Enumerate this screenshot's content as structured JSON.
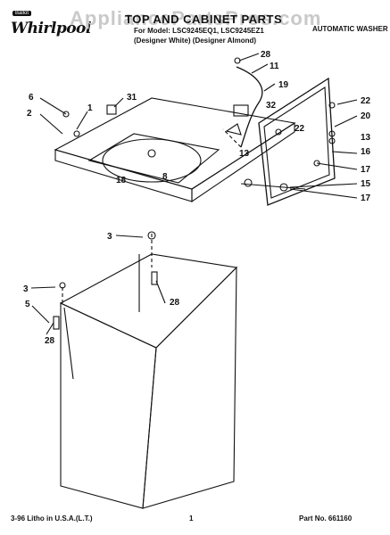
{
  "header": {
    "brand": "Whirlpool",
    "brand_mark": "Ballot",
    "title": "TOP AND CABINET PARTS",
    "watermark": "AppliancePartsPros.com",
    "model_line": "For Model: LSC9245EQ1, LSC9245EZ1",
    "color_line": "(Designer White) (Designer Almond)",
    "product": "AUTOMATIC WASHER"
  },
  "footer": {
    "litho": "3-96 Litho in U.S.A.(L.T.)",
    "page_no": "1",
    "part_no": "Part No. 661160"
  },
  "callouts": [
    "28",
    "11",
    "19",
    "22",
    "20",
    "16",
    "13",
    "17",
    "15",
    "17",
    "32",
    "22",
    "13",
    "18",
    "8",
    "6",
    "1",
    "31",
    "2",
    "3",
    "28",
    "3",
    "5",
    "28"
  ]
}
